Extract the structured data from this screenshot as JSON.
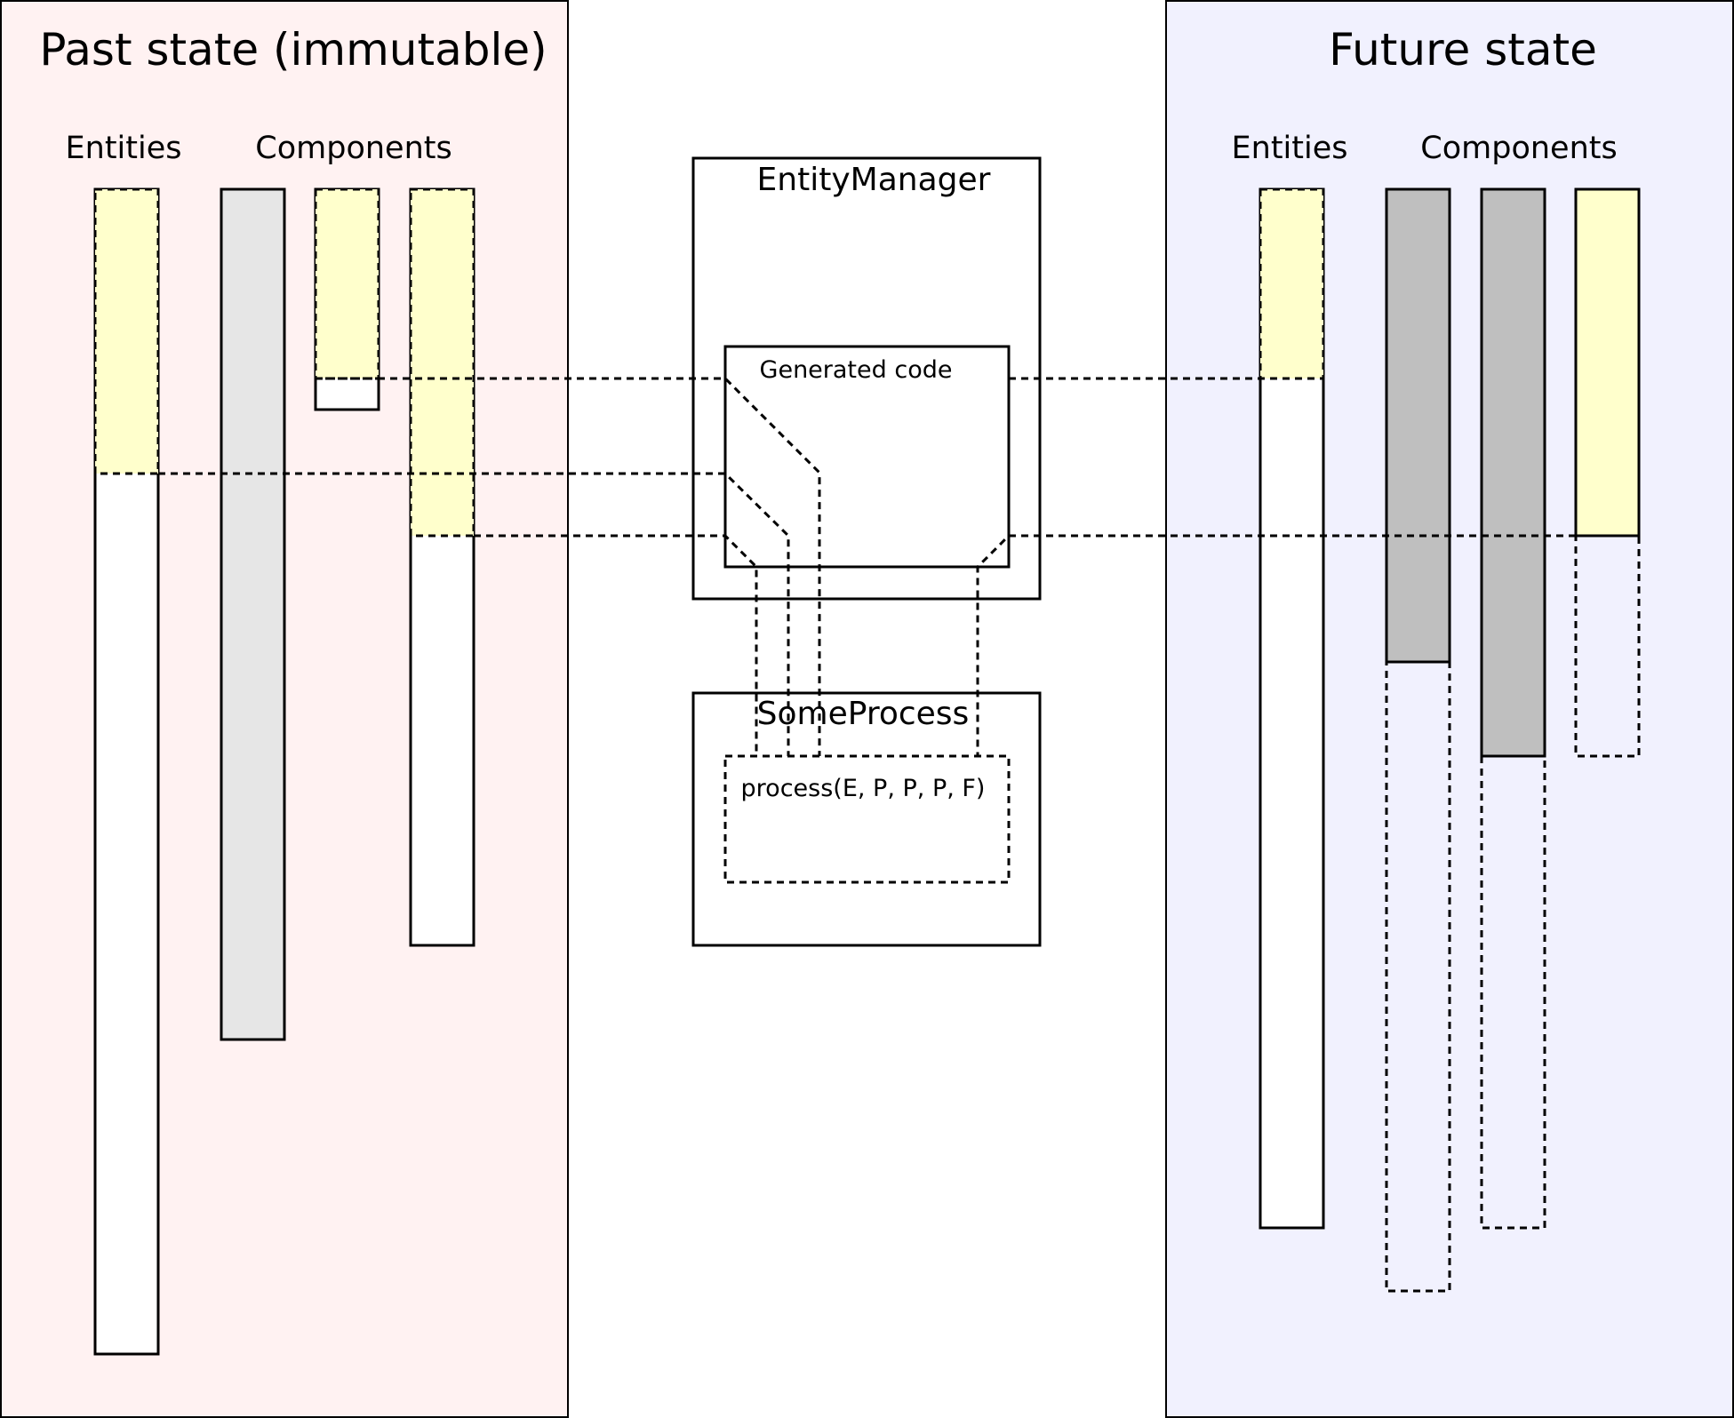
{
  "past": {
    "title": "Past state (immutable)",
    "entities_label": "Entities",
    "components_label": "Components",
    "background": "#fff2f2"
  },
  "future": {
    "title": "Future state",
    "entities_label": "Entities",
    "components_label": "Components",
    "background": "#f1f1fe"
  },
  "entity_manager": {
    "title": "EntityManager",
    "generated_code_label": "Generated code"
  },
  "some_process": {
    "title": "SomeProcess",
    "call_label": "process(E, P, P, P, F)"
  },
  "colors": {
    "highlight": "#ffffcc",
    "light_gray": "#e6e6e6",
    "mid_gray": "#bfbfbf",
    "white": "#ffffff"
  }
}
